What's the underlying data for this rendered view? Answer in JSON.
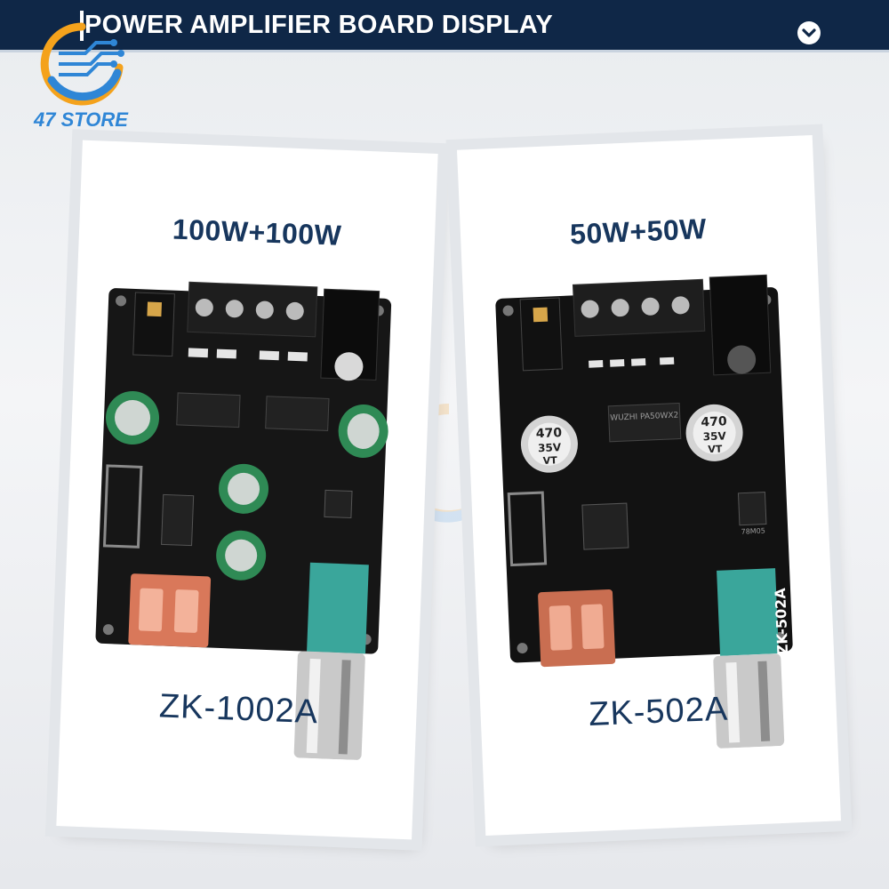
{
  "brand": {
    "name": "47 STORE",
    "primary_color": "#2f86d6"
  },
  "header": {
    "title": "POWER AMPLIFIER BOARD DISPLAY",
    "background": "#0f2747"
  },
  "products": [
    {
      "power": "100W+100W",
      "model": "ZK-1002A"
    },
    {
      "power": "50W+50W",
      "model": "ZK-502A"
    }
  ],
  "board_labels": {
    "chip": "WUZHI PA50WX2",
    "regulator": "78M05",
    "capacitor_value": "470",
    "capacitor_voltage": "35V",
    "capacitor_series": "VT",
    "silkscreen_right": "ZK-502A"
  }
}
